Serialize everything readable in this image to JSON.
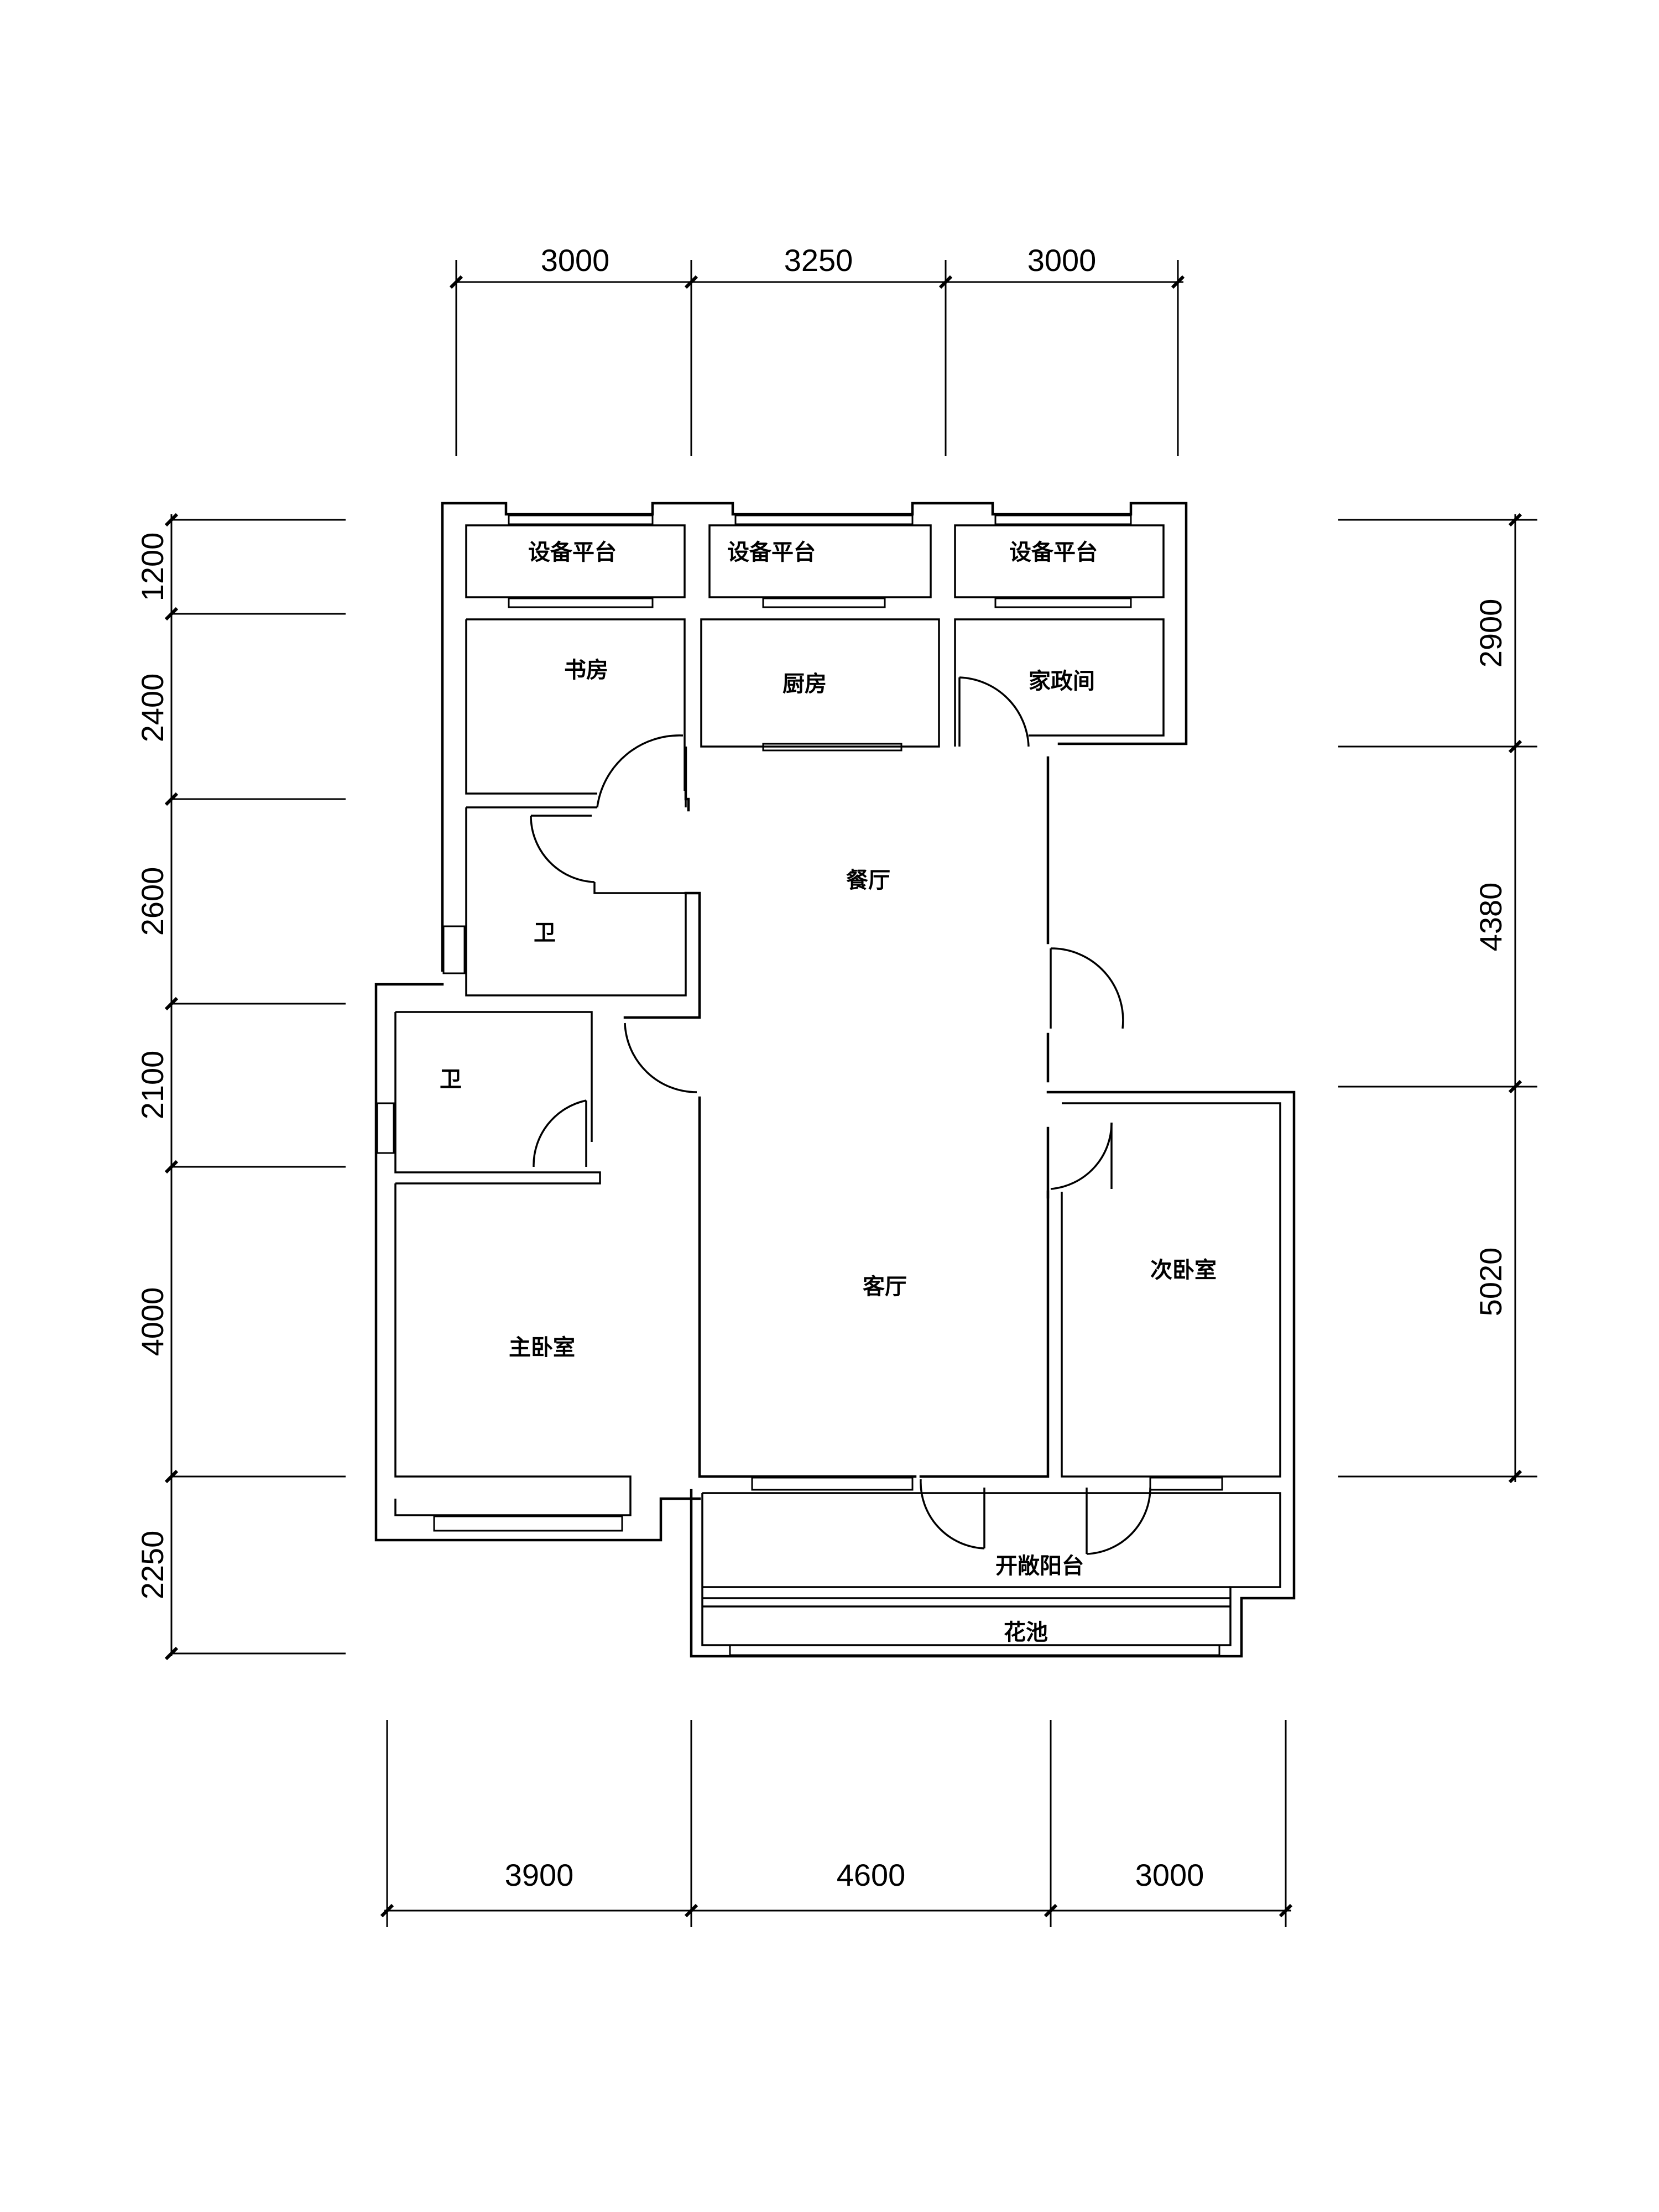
{
  "rooms": {
    "equip_platform_1": "设备平台",
    "equip_platform_2": "设备平台",
    "equip_platform_3": "设备平台",
    "study": "书房",
    "kitchen": "厨房",
    "utility_room": "家政间",
    "dining_room": "餐厅",
    "bathroom_1": "卫",
    "bathroom_2": "卫",
    "living_room": "客厅",
    "master_bedroom": "主卧室",
    "second_bedroom": "次卧室",
    "open_balcony": "开敞阳台",
    "flower_bed": "花池"
  },
  "dimensions": {
    "top": [
      "3000",
      "3250",
      "3000"
    ],
    "bottom": [
      "3900",
      "4600",
      "3000"
    ],
    "left": [
      "1200",
      "2400",
      "2600",
      "2100",
      "4000",
      "2250"
    ],
    "right": [
      "2900",
      "4380",
      "5020"
    ]
  }
}
